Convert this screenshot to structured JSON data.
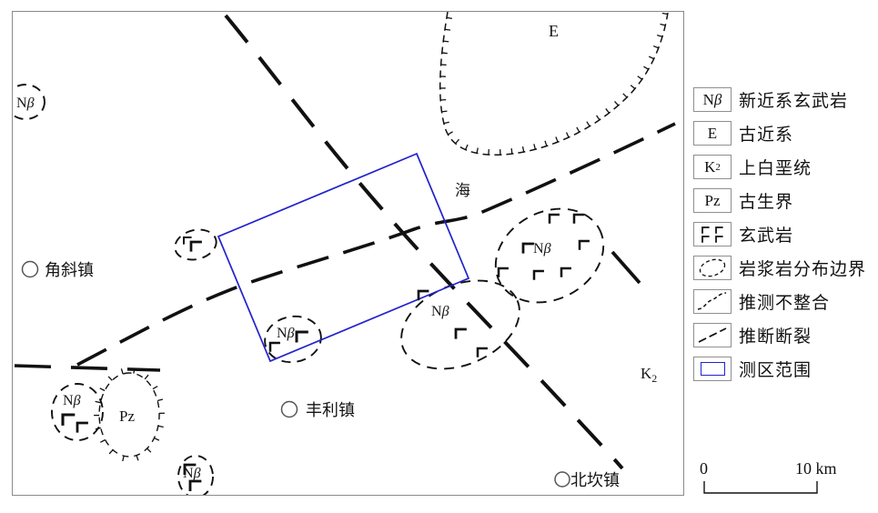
{
  "map": {
    "labels": {
      "paleogene": "E",
      "sea": "海",
      "k_base": "K",
      "k_sub": "2",
      "pz": "Pz",
      "n_base": "N",
      "n_italic": "β"
    },
    "towns": [
      {
        "name": "角斜镇"
      },
      {
        "name": "丰利镇"
      },
      {
        "name": "北坎镇"
      }
    ]
  },
  "legend": {
    "items": [
      {
        "symbol_base": "N",
        "symbol_italic": "β",
        "label": "新近系玄武岩"
      },
      {
        "symbol_base": "E",
        "label": "古近系"
      },
      {
        "symbol_base": "K",
        "symbol_sub": "2",
        "label": "上白垩统"
      },
      {
        "symbol_base": "Pz",
        "label": "古生界"
      },
      {
        "label": "玄武岩"
      },
      {
        "label": "岩浆岩分布边界"
      },
      {
        "label": "推测不整合"
      },
      {
        "label": "推断断裂"
      },
      {
        "label": "测区范围"
      }
    ]
  },
  "scale_bar": {
    "start": "0",
    "end": "10 km"
  },
  "colors": {
    "survey_outline": "#2222cc",
    "map_line": "#111111",
    "frame": "#8a8a8a"
  }
}
